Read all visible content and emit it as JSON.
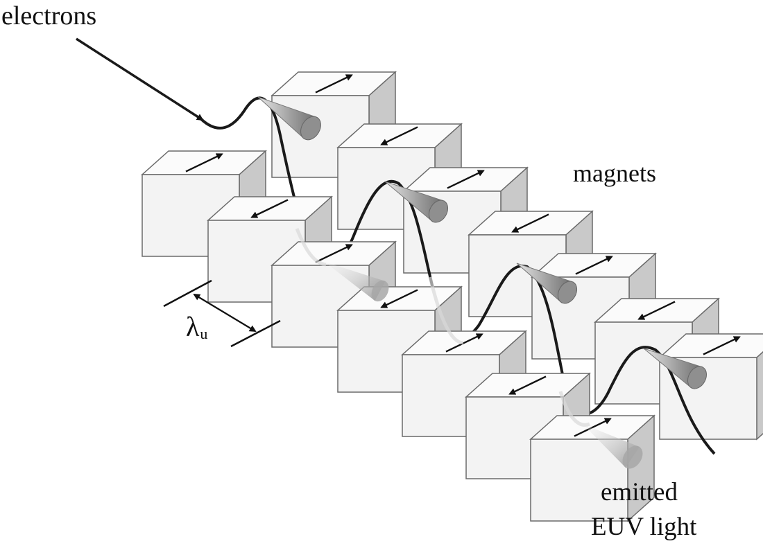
{
  "labels": {
    "electrons": "electrons",
    "magnets": "magnets",
    "emitted_line1": "emitted",
    "emitted_line2": "EUV light",
    "period_symbol": "λ",
    "period_subscript": "u"
  },
  "colors": {
    "face_front": "#f3f3f3",
    "face_top": "#fbfbfb",
    "face_side": "#c9c9c9",
    "edge": "#6a6a6a",
    "beam": "#1a1a1a",
    "cone_dark": "#8a8a8a",
    "cone_light": "#dcdcdc"
  },
  "magnets": {
    "back_row_arrows": [
      "right",
      "left",
      "right",
      "left",
      "right",
      "left",
      "right"
    ],
    "front_row_arrows": [
      "right",
      "left",
      "right",
      "left",
      "right",
      "left",
      "right"
    ]
  },
  "icons": {
    "magnet": "magnet-block-icon",
    "magnetization": "arrow-icon",
    "radiation": "light-cone-icon"
  }
}
